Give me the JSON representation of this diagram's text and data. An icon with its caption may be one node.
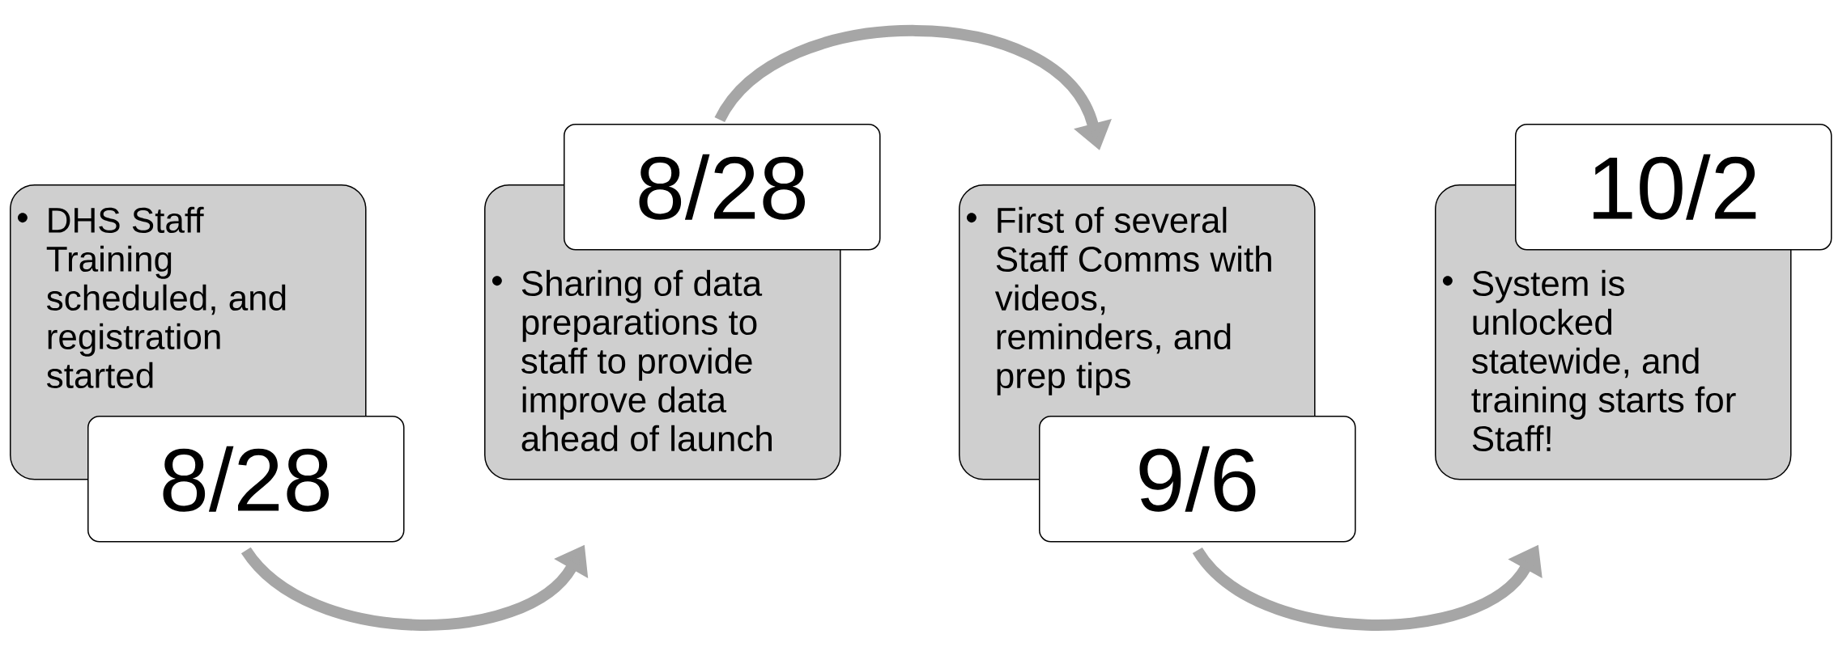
{
  "diagram": {
    "nodes": [
      {
        "text": [
          "DHS Staff Training scheduled, and registration started"
        ]
      },
      {
        "text": [
          "8/28"
        ]
      },
      {
        "text": [
          "Sharing of data preparations to staff to provide improve data ahead of launch"
        ]
      },
      {
        "text": [
          "8/28"
        ]
      },
      {
        "text": [
          "First of several Staff Comms with videos, reminders, and prep tips"
        ]
      },
      {
        "text": [
          "9/6"
        ]
      },
      {
        "text": [
          "System is unlocked statewide, and training starts for Staff!"
        ]
      },
      {
        "text": [
          "10/2"
        ]
      }
    ],
    "edges": [
      {
        "from": 1,
        "to": 2,
        "arrow": "to"
      },
      {
        "from": 3,
        "to": 4,
        "arrow": "to"
      },
      {
        "from": 5,
        "to": 6,
        "arrow": "to"
      }
    ],
    "labels": [
      "•",
      "•",
      "•",
      "•"
    ]
  }
}
